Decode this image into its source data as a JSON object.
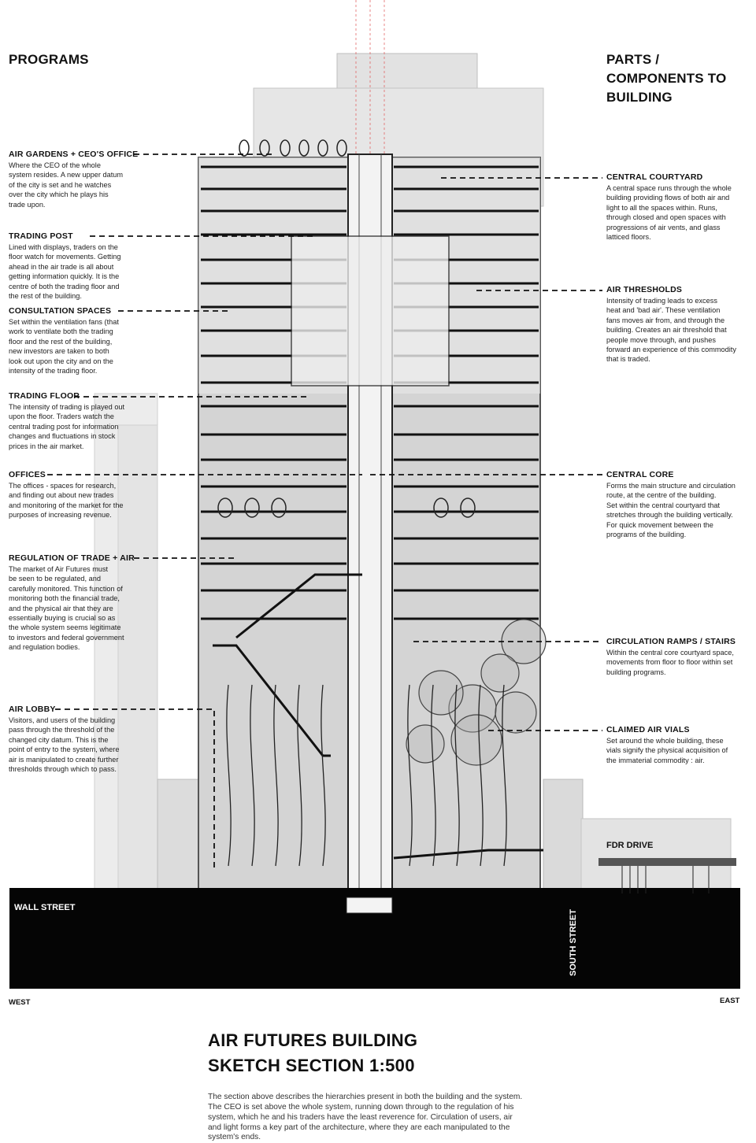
{
  "headings": {
    "programs": "PROGRAMS",
    "parts": [
      "PARTS /",
      "COMPONENTS TO",
      "BUILDING"
    ]
  },
  "programs": [
    {
      "label": "AIR GARDENS + CEO'S OFFICE",
      "desc": [
        "Where the CEO of the whole",
        "system resides. A new upper datum",
        "of the city is set and he watches",
        "over the city which he plays his",
        "trade upon."
      ]
    },
    {
      "label": "TRADING POST",
      "desc": [
        "Lined with displays, traders on the",
        "floor watch for movements. Getting",
        "ahead in the air trade is all about",
        "getting information quickly. It is the",
        "centre of both the trading floor and",
        "the rest of the building."
      ]
    },
    {
      "label": "CONSULTATION SPACES",
      "desc": [
        "Set within the ventilation fans (that",
        "work to ventilate both the trading",
        "floor and the rest of the building,",
        "new investors are taken to both",
        "look out upon the city and on the",
        "intensity of the trading floor."
      ]
    },
    {
      "label": "TRADING FLOOR",
      "desc": [
        "The intensity of trading is played out",
        "upon the floor. Traders watch the",
        "central trading post for information",
        "changes and fluctuations in stock",
        "prices in the air market."
      ]
    },
    {
      "label": "OFFICES",
      "desc": [
        "The offices - spaces for research,",
        "and finding out about new trades",
        "and monitoring of the market for the",
        "purposes of increasing revenue."
      ]
    },
    {
      "label": "REGULATION OF TRADE + AIR",
      "desc": [
        "The market of Air Futures must",
        "be seen to be regulated, and",
        "carefully monitored. This function of",
        "monitoring both the financial trade,",
        "and the physical air that they are",
        "essentially buying is crucial so as",
        "the whole system seems legitimate",
        "to investors and federal government",
        "and regulation bodies."
      ]
    },
    {
      "label": "AIR LOBBY",
      "desc": [
        "Visitors, and users of the building",
        "pass through the threshold of the",
        "changed city datum. This is the",
        "point of entry to the system, where",
        "air is manipulated to create further",
        "thresholds through which to pass."
      ]
    }
  ],
  "parts": [
    {
      "label": "CENTRAL COURTYARD",
      "desc": [
        "A central space runs through the whole",
        "building providing flows of both air and",
        "light to all the spaces within. Runs,",
        "through closed and open spaces with",
        "progressions of air vents, and glass",
        "latticed floors."
      ]
    },
    {
      "label": "AIR THRESHOLDS",
      "desc": [
        "Intensity of trading leads to excess",
        "heat and 'bad air'. These ventilation",
        "fans moves air from, and through the",
        "building. Creates an air threshold that",
        "people move through, and pushes",
        "forward an experience of this commodity",
        "that is traded."
      ]
    },
    {
      "label": "CENTRAL CORE",
      "desc": [
        "Forms the main structure and circulation",
        "route, at the centre of the building.",
        "Set within the central courtyard that",
        "stretches through the building vertically.",
        "For quick movement between the",
        "programs of the building."
      ]
    },
    {
      "label": "CIRCULATION RAMPS / STAIRS",
      "desc": [
        "Within the central core courtyard space,",
        "movements from floor to floor within set",
        "building programs."
      ]
    },
    {
      "label": "CLAIMED AIR VIALS",
      "desc": [
        "Set around the whole building, these",
        "vials signify the physical acquisition of",
        "the immaterial commodity : air."
      ]
    }
  ],
  "streets": {
    "wall": "WALL STREET",
    "south": "SOUTH STREET",
    "fdr": "FDR DRIVE",
    "west": "WEST",
    "east": "EAST"
  },
  "title": [
    "AIR FUTURES BUILDING",
    "SKETCH SECTION 1:500"
  ],
  "blurb": "The section above describes the hierarchies present in both the building and the system. The CEO is set above the whole system, running down through to the regulation of his system, which he and his traders have the least reverence for. Circulation of users, air and light forms a key part of the architecture, where they are each manipulated to the system's ends."
}
